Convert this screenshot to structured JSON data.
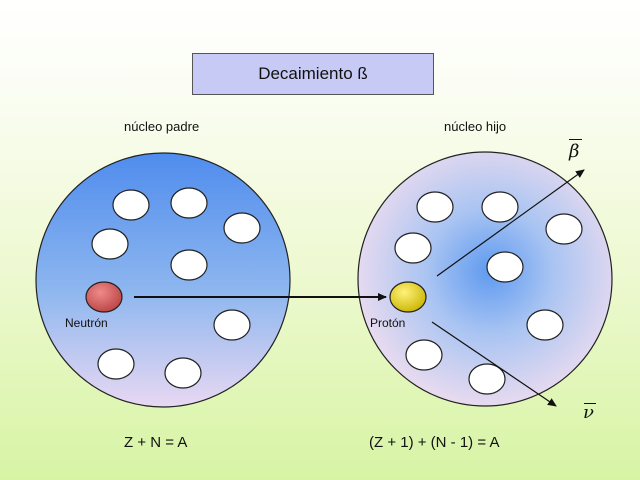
{
  "title": "Decaimiento ß",
  "parent": {
    "label": "núcleo padre",
    "particle_label": "Neutrón",
    "equation": "Z + N = A"
  },
  "daughter": {
    "label": "núcleo hijo",
    "particle_label": "Protón",
    "equation": "(Z + 1) + (N - 1) = A"
  },
  "emitted": {
    "beta_symbol": "β",
    "nu_symbol": "ν"
  },
  "colors": {
    "title_bg": "#c8caf6",
    "parent_nucleus": "#5b93ee",
    "daughter_nucleus": "#ecd9ef",
    "neutron": "#d45a5a",
    "proton": "#e8d800"
  }
}
